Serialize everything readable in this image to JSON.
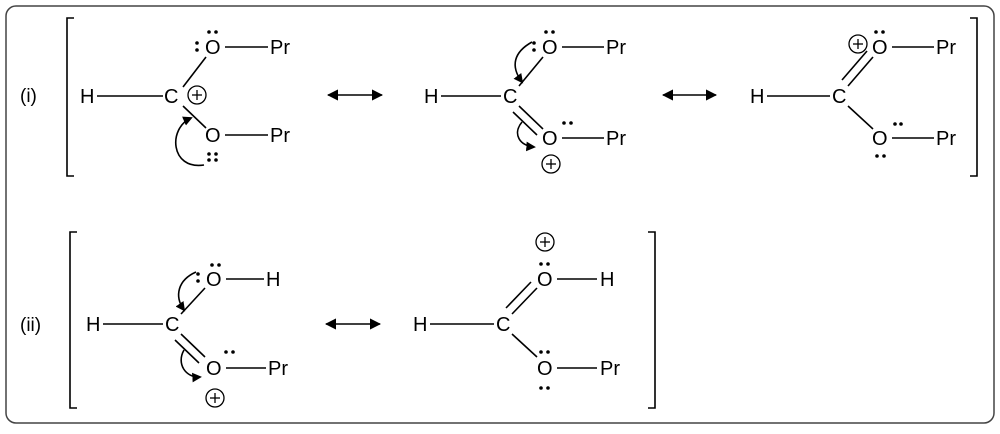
{
  "panels": [
    {
      "label": "(i)",
      "structures": [
        {
          "hydrogen": "H",
          "carbon": "C",
          "top_oxygen": "O",
          "top_substituent": "Pr",
          "bottom_oxygen": "O",
          "bottom_substituent": "Pr",
          "positive_charge_on": "carbon",
          "double_bond": "none",
          "curved_arrow": "bottom-oxygen-to-C"
        },
        {
          "hydrogen": "H",
          "carbon": "C",
          "top_oxygen": "O",
          "top_substituent": "Pr",
          "bottom_oxygen": "O",
          "bottom_substituent": "Pr",
          "positive_charge_on": "bottom_oxygen",
          "double_bond": "C=O(bottom)",
          "curved_arrow": "top-oxygen-to-C and C=O(bottom)-to-O"
        },
        {
          "hydrogen": "H",
          "carbon": "C",
          "top_oxygen": "O",
          "top_substituent": "Pr",
          "bottom_oxygen": "O",
          "bottom_substituent": "Pr",
          "positive_charge_on": "top_oxygen",
          "double_bond": "C=O(top)",
          "curved_arrow": "none"
        }
      ]
    },
    {
      "label": "(ii)",
      "structures": [
        {
          "hydrogen": "H",
          "carbon": "C",
          "top_oxygen": "O",
          "top_substituent": "H",
          "bottom_oxygen": "O",
          "bottom_substituent": "Pr",
          "positive_charge_on": "bottom_oxygen",
          "double_bond": "C=O(bottom)",
          "curved_arrow": "top-oxygen-to-C and C=O(bottom)-to-O"
        },
        {
          "hydrogen": "H",
          "carbon": "C",
          "top_oxygen": "O",
          "top_substituent": "H",
          "bottom_oxygen": "O",
          "bottom_substituent": "Pr",
          "positive_charge_on": "top_oxygen",
          "double_bond": "C=O(top)",
          "curved_arrow": "none"
        }
      ]
    }
  ],
  "resonance_arrow": "double-headed"
}
